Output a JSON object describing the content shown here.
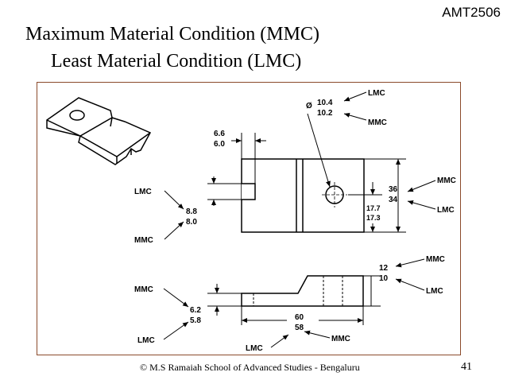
{
  "header": {
    "course_code": "AMT2506",
    "title_line1": "Maximum Material Condition (MMC)",
    "title_line2": "Least Material Condition (LMC)"
  },
  "footer": {
    "copyright": "© M.S Ramaiah School of Advanced Studies - Bengaluru",
    "page_number": "41"
  },
  "diagram": {
    "hole": {
      "diameter_symbol": "Ø",
      "max": "10.4",
      "min": "10.2",
      "upper_tag": "LMC",
      "lower_tag": "MMC"
    },
    "tab_width": {
      "max": "6.6",
      "min": "6.0"
    },
    "slot": {
      "max": "8.8",
      "min": "8.0",
      "upper_tag": "LMC",
      "lower_tag": "MMC"
    },
    "height": {
      "max": "36",
      "min": "34",
      "upper_tag": "MMC",
      "lower_tag": "LMC"
    },
    "hole_location": {
      "max": "17.7",
      "min": "17.3"
    },
    "step_height": {
      "max": "12",
      "min": "10",
      "upper_tag": "MMC",
      "lower_tag": "LMC"
    },
    "thickness": {
      "max": "6.2",
      "min": "5.8",
      "upper_tag": "MMC",
      "lower_tag": "LMC"
    },
    "length": {
      "max": "60",
      "min": "58",
      "right_tag": "MMC",
      "left_tag": "LMC"
    }
  }
}
